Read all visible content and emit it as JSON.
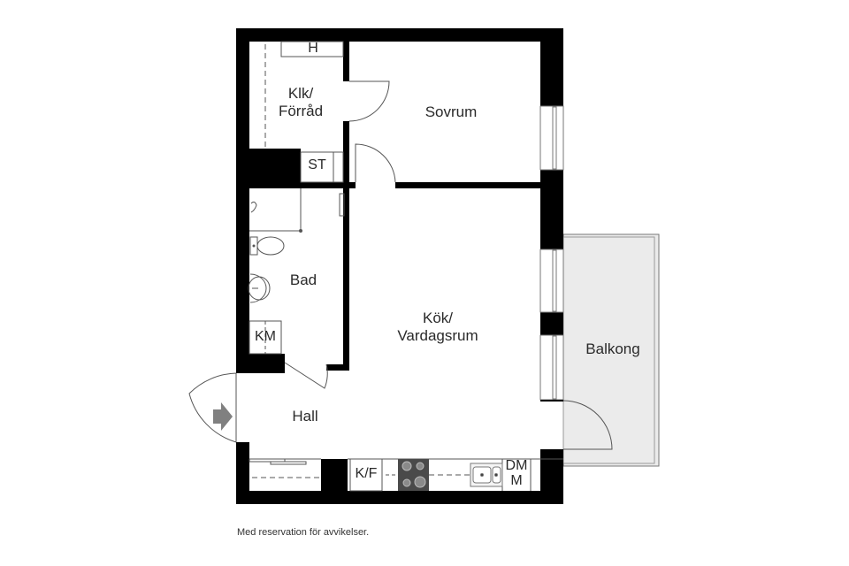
{
  "floor_plan": {
    "rooms": [
      {
        "id": "klk",
        "label_line1": "Klk/",
        "label_line2": "Förråd"
      },
      {
        "id": "sovrum",
        "label": "Sovrum"
      },
      {
        "id": "bad",
        "label": "Bad"
      },
      {
        "id": "kok",
        "label_line1": "Kök/",
        "label_line2": "Vardagsrum"
      },
      {
        "id": "hall",
        "label": "Hall"
      },
      {
        "id": "balkong",
        "label": "Balkong"
      }
    ],
    "fixtures": {
      "shelf": "H",
      "storage": "ST",
      "washer": "KM",
      "fridge_freezer": "K/F",
      "dishwasher_line1": "DM",
      "dishwasher_line2": "M"
    },
    "icons": [
      "entrance-arrow-icon",
      "stove-icon",
      "sink-icon",
      "toilet-icon",
      "washbasin-icon",
      "shower-icon"
    ],
    "colors": {
      "wall": "#000000",
      "balcony_fill": "#ebebeb",
      "line": "#555555",
      "stove": "#4a4a4a",
      "entrance_arrow": "#808080"
    }
  },
  "footer": {
    "disclaimer": "Med reservation för avvikelser."
  }
}
